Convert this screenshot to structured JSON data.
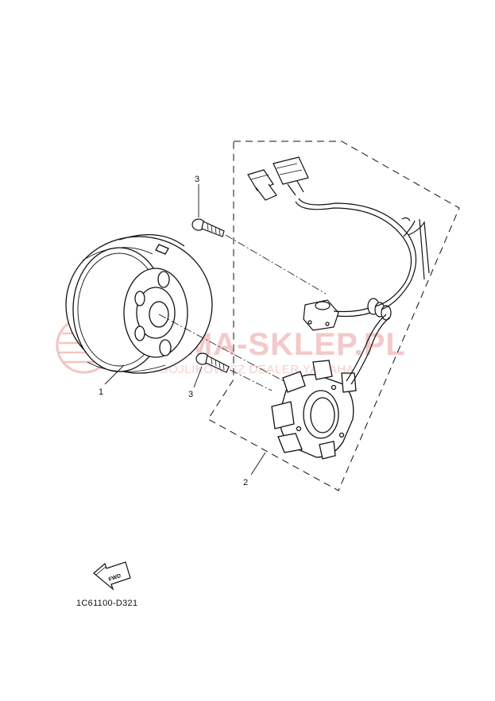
{
  "diagram": {
    "diagram_code": "1C61100-D321",
    "callouts": [
      {
        "id": "callout-1",
        "label": "1"
      },
      {
        "id": "callout-2",
        "label": "2"
      },
      {
        "id": "callout-3-top",
        "label": "3"
      },
      {
        "id": "callout-3-bottom",
        "label": "3"
      }
    ],
    "fwd_label": "FWD",
    "watermark": {
      "text": "YAMA-SKLEP.PL",
      "subtitle": "GOJLIKOWICZ DEALER YAMAHA",
      "color": "#f0b8b8"
    },
    "line_color": "#111111"
  }
}
